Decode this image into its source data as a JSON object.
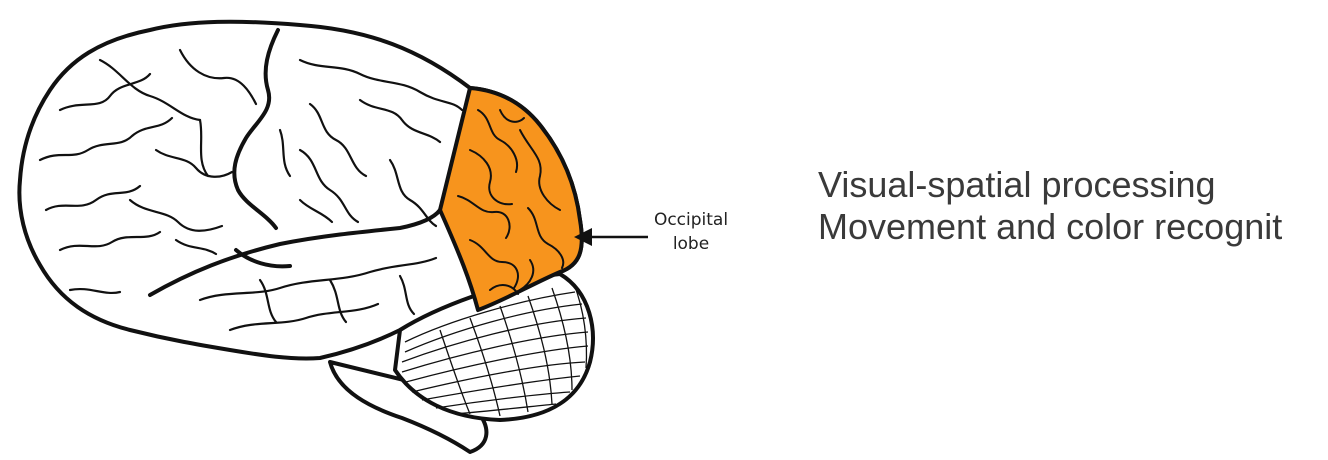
{
  "colors": {
    "highlight": "#F7941D",
    "outline": "#111111",
    "background": "#FFFFFF",
    "text": "#3A3A3A"
  },
  "label": {
    "line1": "Occipital",
    "line2": "lobe"
  },
  "functions": [
    "Visual-spatial processing",
    "Movement and color recognit"
  ]
}
